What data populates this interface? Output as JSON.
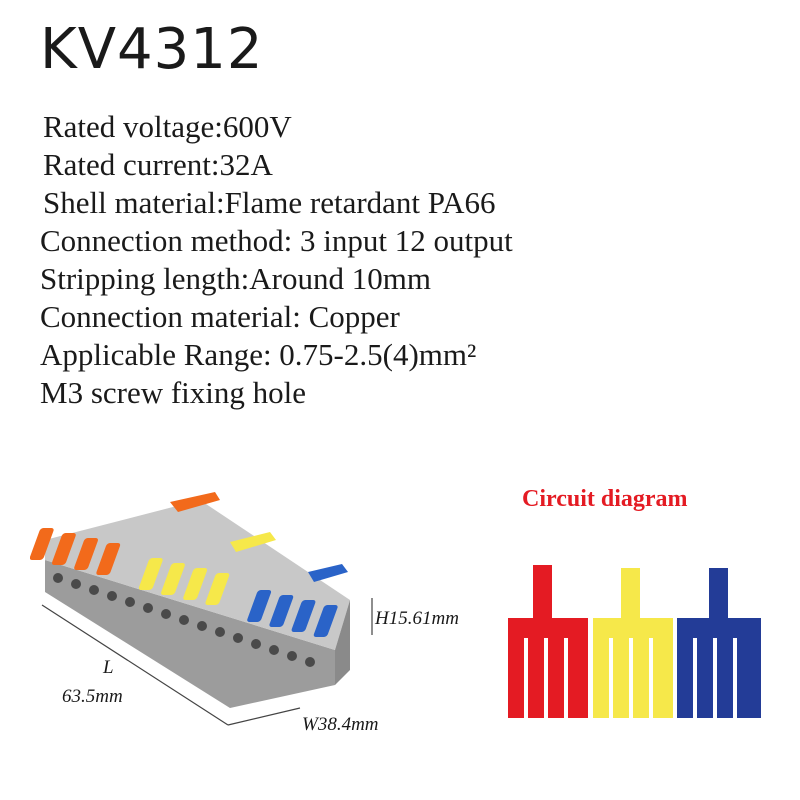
{
  "title": "KV4312",
  "specs": [
    "Rated voltage:600V",
    "Rated current:32A",
    "Shell material:Flame retardant PA66",
    "Connection method: 3 input 12 output",
    "Stripping length:Around 10mm",
    "Connection material: Copper",
    "Applicable Range: 0.75-2.5(4)mm²",
    "M3 screw fixing hole"
  ],
  "dimensions": {
    "height": "H15.61mm",
    "length_label": "L",
    "length": "63.5mm",
    "width": "W38.4mm"
  },
  "diagram": {
    "title": "Circuit diagram",
    "colors": {
      "red": "#e41b23",
      "yellow": "#f6e84a",
      "blue": "#233c97",
      "orange": "#f26a1b",
      "grey": "#b9b9b9"
    }
  }
}
